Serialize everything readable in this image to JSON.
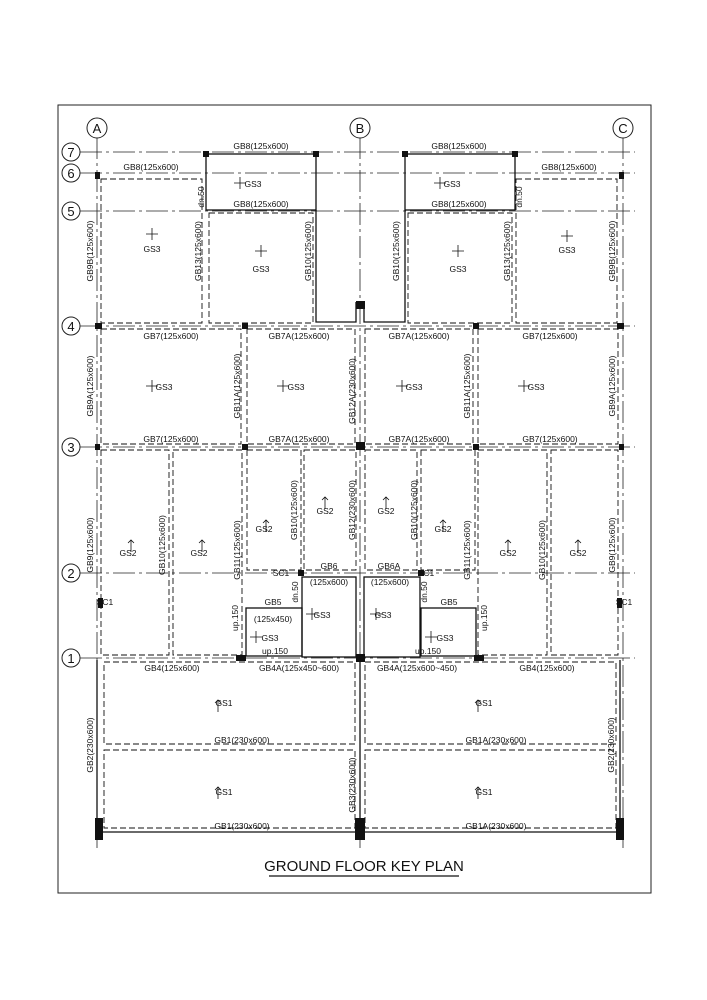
{
  "title": "GROUND FLOOR KEY PLAN",
  "grid": {
    "columns": [
      "A",
      "B",
      "C"
    ],
    "rows": [
      "7",
      "6",
      "5",
      "4",
      "3",
      "2",
      "1"
    ]
  },
  "beams": [
    {
      "id": "gb8-top-left",
      "text": "GB8(125x600)"
    },
    {
      "id": "gb8-top-right",
      "text": "GB8(125x600)"
    },
    {
      "id": "gb8-r6-left",
      "text": "GB8(125x600)"
    },
    {
      "id": "gb8-r6-right",
      "text": "GB8(125x600)"
    },
    {
      "id": "gb8-r5-left",
      "text": "GB8(125x600)"
    },
    {
      "id": "gb8-r5-right",
      "text": "GB8(125x600)"
    },
    {
      "id": "gb7-r4-a",
      "text": "GB7(125x600)"
    },
    {
      "id": "gb7a-r4-b",
      "text": "GB7A(125x600)"
    },
    {
      "id": "gb7a-r4-c",
      "text": "GB7A(125x600)"
    },
    {
      "id": "gb7-r4-d",
      "text": "GB7(125x600)"
    },
    {
      "id": "gb7-r3-a",
      "text": "GB7(125x600)"
    },
    {
      "id": "gb7a-r3-b",
      "text": "GB7A(125x600)"
    },
    {
      "id": "gb7a-r3-c",
      "text": "GB7A(125x600)"
    },
    {
      "id": "gb7-r3-d",
      "text": "GB7(125x600)"
    },
    {
      "id": "gb6",
      "text": "GB6"
    },
    {
      "id": "gb6a",
      "text": "GB6A"
    },
    {
      "id": "gb6-size",
      "text": "(125x600)"
    },
    {
      "id": "gb6a-size",
      "text": "(125x600)"
    },
    {
      "id": "gb5-left",
      "text": "GB5"
    },
    {
      "id": "gb5-right",
      "text": "GB5"
    },
    {
      "id": "gb5-size",
      "text": "(125x450)"
    },
    {
      "id": "gb4-left",
      "text": "GB4(125x600)"
    },
    {
      "id": "gb4a-left",
      "text": "GB4A(125x450~600)"
    },
    {
      "id": "gb4a-right",
      "text": "GB4A(125x600~450)"
    },
    {
      "id": "gb4-right",
      "text": "GB4(125x600)"
    },
    {
      "id": "gb1-mid",
      "text": "GB1(230x600)"
    },
    {
      "id": "gb1a-mid",
      "text": "GB1A(230x600)"
    },
    {
      "id": "gb1-bot",
      "text": "GB1(230x600)"
    },
    {
      "id": "gb1a-bot",
      "text": "GB1A(230x600)"
    }
  ],
  "vbeams": [
    {
      "id": "gb9b-left",
      "text": "GB9B(125x600)"
    },
    {
      "id": "gb13-left",
      "text": "GB13(125x600)"
    },
    {
      "id": "gb10-left-top",
      "text": "GB10(125x600)"
    },
    {
      "id": "gb10-right-top",
      "text": "GB10(125x600)"
    },
    {
      "id": "gb13-right",
      "text": "GB13(125x600)"
    },
    {
      "id": "gb9b-right",
      "text": "GB9B(125x600)"
    },
    {
      "id": "gb9a-left",
      "text": "GB9A(125x600)"
    },
    {
      "id": "gb11a-left",
      "text": "GB11A(125x600)"
    },
    {
      "id": "gb12a",
      "text": "GB12A(230x600)"
    },
    {
      "id": "gb11a-right",
      "text": "GB11A(125x600)"
    },
    {
      "id": "gb9a-right",
      "text": "GB9A(125x600)"
    },
    {
      "id": "gb9-left",
      "text": "GB9(125x600)"
    },
    {
      "id": "gb10-left-mid",
      "text": "GB10(125x600)"
    },
    {
      "id": "gb11-left",
      "text": "GB11(125x600)"
    },
    {
      "id": "gb10-center-left",
      "text": "GB10(125x600)"
    },
    {
      "id": "gb12",
      "text": "GB12(230x600)"
    },
    {
      "id": "gb10-center-right",
      "text": "GB10(125x600)"
    },
    {
      "id": "gb11-right",
      "text": "GB11(125x600)"
    },
    {
      "id": "gb10-right-mid",
      "text": "GB10(125x600)"
    },
    {
      "id": "gb9-right",
      "text": "GB9(125x600)"
    },
    {
      "id": "gb2-left",
      "text": "GB2(230x600)"
    },
    {
      "id": "gb3",
      "text": "GB3(230x600)"
    },
    {
      "id": "gb2-right",
      "text": "GB2(230x600)"
    }
  ],
  "slabs": [
    {
      "id": "gs3-top-left-bay",
      "text": "GS3"
    },
    {
      "id": "gs3-top-right-bay",
      "text": "GS3"
    },
    {
      "id": "gs3-r5-1",
      "text": "GS3"
    },
    {
      "id": "gs3-r5-2",
      "text": "GS3"
    },
    {
      "id": "gs3-r5-3",
      "text": "GS3"
    },
    {
      "id": "gs3-r5-4",
      "text": "GS3"
    },
    {
      "id": "gs3-r4-1",
      "text": "GS3"
    },
    {
      "id": "gs3-r4-2",
      "text": "GS3"
    },
    {
      "id": "gs3-r4-3",
      "text": "GS3"
    },
    {
      "id": "gs3-r4-4",
      "text": "GS3"
    },
    {
      "id": "gs2-1",
      "text": "GS2"
    },
    {
      "id": "gs2-2",
      "text": "GS2"
    },
    {
      "id": "gs2-3",
      "text": "GS2"
    },
    {
      "id": "gs2-4",
      "text": "GS2"
    },
    {
      "id": "gs2-5",
      "text": "GS2"
    },
    {
      "id": "gs2-6",
      "text": "GS2"
    },
    {
      "id": "gs2-7",
      "text": "GS2"
    },
    {
      "id": "gs2-8",
      "text": "GS2"
    },
    {
      "id": "gs3-core-left",
      "text": "GS3"
    },
    {
      "id": "gs3-core-right",
      "text": "GS3"
    },
    {
      "id": "gs3-landing-left",
      "text": "GS3"
    },
    {
      "id": "gs3-landing-right",
      "text": "GS3"
    },
    {
      "id": "gs1-1",
      "text": "GS1"
    },
    {
      "id": "gs1-2",
      "text": "GS1"
    },
    {
      "id": "gs1-3",
      "text": "GS1"
    },
    {
      "id": "gs1-4",
      "text": "GS1"
    }
  ],
  "notes": [
    {
      "id": "dn50-top-left",
      "text": "dn.50"
    },
    {
      "id": "dn50-top-right",
      "text": "dn.50"
    },
    {
      "id": "sc1-center-left",
      "text": "SC1"
    },
    {
      "id": "sc1-center-right",
      "text": "SC1"
    },
    {
      "id": "sc1-left",
      "text": "SC1"
    },
    {
      "id": "sc1-right",
      "text": "SC1"
    },
    {
      "id": "dn50-core-left",
      "text": "dn.50"
    },
    {
      "id": "dn50-core-right",
      "text": "dn.50"
    },
    {
      "id": "up150-left-v",
      "text": "up.150"
    },
    {
      "id": "up150-left-h",
      "text": "up.150"
    },
    {
      "id": "up150-right-v",
      "text": "up.150"
    },
    {
      "id": "up150-right-h",
      "text": "up.150"
    }
  ]
}
